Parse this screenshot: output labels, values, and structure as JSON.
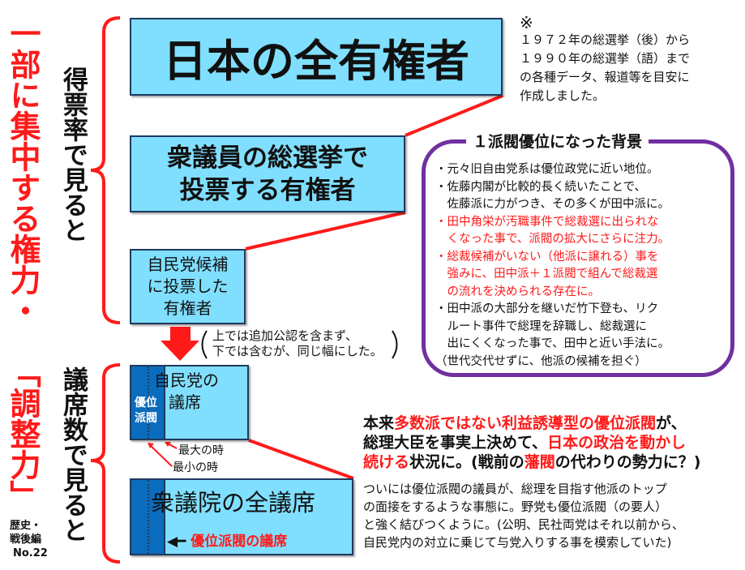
{
  "title": {
    "part1": "一部に集中する権力・",
    "part2": "「調整力」"
  },
  "series": {
    "line1": "歴史・",
    "line2": "戦後編",
    "number": "No.22"
  },
  "section_vote": "得票率で見ると",
  "section_seats": "議席数で見ると",
  "boxes": {
    "all_voters": "日本の全有権者",
    "election_voters": [
      "衆議員の総選挙で",
      "投票する有権者"
    ],
    "ldp_voters": [
      "自民党候補",
      "に投票した",
      "有権者"
    ],
    "ldp_seats": [
      "自民党の",
      "議席"
    ],
    "dominant_faction": [
      "優位",
      "派閥"
    ],
    "all_seats": "衆議院の全議席",
    "dominant_seats": "優位派閥の議席"
  },
  "width_note": [
    "上では追加公認を含まず、",
    "下では含むが、同じ幅にした。"
  ],
  "max_label": "最大の時",
  "min_label": "最小の時",
  "source_note": {
    "mark": "※",
    "lines": [
      "１９７２年の総選挙（後）から",
      "１９９０年の総選挙（語）まで",
      "の各種データ、報道等を目安に",
      "作成しました。"
    ]
  },
  "background_box": {
    "title": "１派閥優位になった背景",
    "lines": [
      {
        "text": "・元々旧自由党系は優位政党に近い地位。",
        "red": false
      },
      {
        "text": "・佐藤内閣が比較的長く続いたことで、",
        "red": false
      },
      {
        "text": "　佐藤派に力がつき、その多くが田中派に。",
        "red": false
      },
      {
        "text": "・田中角栄が汚職事件で総裁選に出られな",
        "red": true
      },
      {
        "text": "　くなった事で、派閥の拡大にさらに注力。",
        "red": true
      },
      {
        "text": "・総裁候補がいない（他派に譲れる）事を",
        "red": true
      },
      {
        "text": "　強みに、田中派＋１派閥で組んで総裁選",
        "red": true
      },
      {
        "text": "　の流れを決められる存在に。",
        "red": true
      },
      {
        "text": "・田中派の大部分を継いだ竹下登も、リク",
        "red": false
      },
      {
        "text": "　ルート事件で総理を辞職し、総裁選に",
        "red": false
      },
      {
        "text": "　出にくくなった事で、田中と近い手法に。",
        "red": false
      },
      {
        "text": "（世代交代せずに、他派の候補を担ぐ）",
        "red": false
      }
    ]
  },
  "conclusion": {
    "l1": [
      "本来",
      "多数派ではない利益誘導型の優位派閥",
      "が、"
    ],
    "l2": [
      "総理大臣を事実上決めて、",
      "日本の政治を動かし"
    ],
    "l3": [
      "続ける",
      "状況に。(戦前の",
      "藩閥",
      "の代わりの勢力に？)"
    ],
    "small": [
      "ついには優位派閥の議員が、総理を目指す他派のトップ",
      "の面接をするような事態に。野党も優位派閥（の要人）",
      "と強く結びつくように。(公明、民社両党はそれ以前から、",
      "自民党内の対立に乗じて与党入りする事を模索していた)"
    ]
  },
  "colors": {
    "red": "#ff1a1a",
    "box_fill": "#80dfff",
    "faction": "#0a6cbd",
    "purple": "#7030a0"
  }
}
